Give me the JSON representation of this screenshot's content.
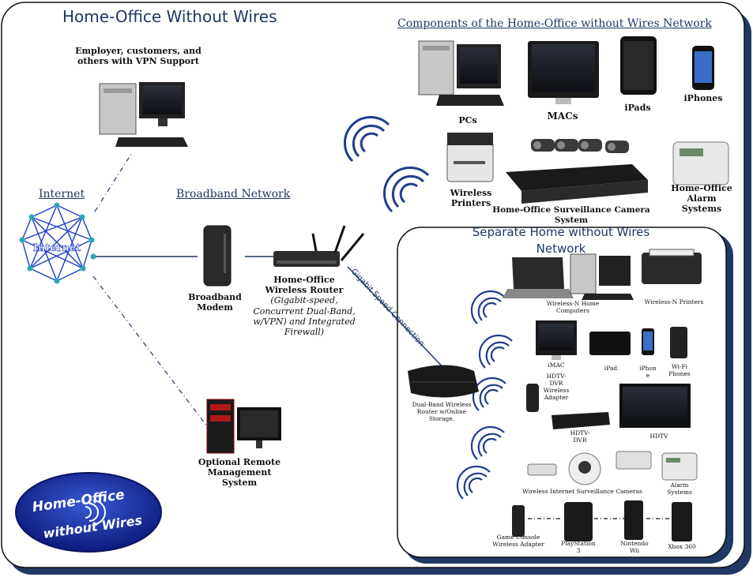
{
  "title": "Home-Office Without Wires",
  "headings": {
    "components": "Components of the Home-Office without Wires Network",
    "internet": "Internet",
    "broadband": "Broadband Network",
    "separate_line1": "Separate Home without Wires",
    "separate_line2": "Network"
  },
  "labels": {
    "vpn_line1": "Employer, customers, and",
    "vpn_line2": "others with VPN Support",
    "internet_node": "Internet",
    "modem_line1": "Broadband",
    "modem_line2": "Modem",
    "router_line1": "Home-Office",
    "router_line2": "Wireless Router",
    "router_line3": "(Gigabit-speed,",
    "router_line4": "Concurrent Dual-Band,",
    "router_line5": "w/VPN) and Integrated",
    "router_line6": "Firewall)",
    "gigabit": "Gigabit Speed Connection",
    "remote_line1": "Optional Remote",
    "remote_line2": "Management",
    "remote_line3": "System",
    "pcs": "PCs",
    "macs": "MACs",
    "ipads": "iPads",
    "iphones": "iPhones",
    "printers_line1": "Wireless",
    "printers_line2": "Printers",
    "surveillance": "Home-Office Surveillance Camera System",
    "alarm_line1": "Home-Office",
    "alarm_line2": "Alarm",
    "alarm_line3": "Systems",
    "dualband_line1": "Dual-Band Wireless",
    "dualband_line2": "Router w/Online",
    "dualband_line3": "Storage.",
    "wn_computers_line1": "Wireless-N Home",
    "wn_computers_line2": "Computers",
    "wn_printers": "Wireless-N Printers",
    "imac": "iMAC",
    "ipad": "iPad",
    "iphone_line1": "iPhon",
    "iphone_line2": "e",
    "wifi_phones_line1": "Wi-Fi",
    "wifi_phones_line2": "Phones",
    "hdtv_dvr_adapter_line1": "HDTV-",
    "hdtv_dvr_adapter_line2": "DVR",
    "hdtv_dvr_adapter_line3": "Wireless",
    "hdtv_dvr_adapter_line4": "Adapter",
    "hdtv_dvr_line1": "HDTV-",
    "hdtv_dvr_line2": "DVR",
    "hdtv": "HDTV",
    "cameras": "Wireless Internet Surveillance Cameras",
    "alarm_small_line1": "Alarm",
    "alarm_small_line2": "Systems",
    "game_adapter_line1": "Game Console",
    "game_adapter_line2": "Wireless Adapter",
    "ps3_line1": "PlayStation",
    "ps3_line2": "3",
    "wii_line1": "Nintendo",
    "wii_line2": "Wii",
    "xbox": "Xbox 360",
    "logo_line1": "Home-Office",
    "logo_line2": "without Wires"
  },
  "colors": {
    "accent": "#1f3864",
    "shadow": "#1f3864",
    "internet_blue": "#1a3cc8",
    "node_teal": "#2aa7b8",
    "wave_blue": "#1f3e8c"
  }
}
